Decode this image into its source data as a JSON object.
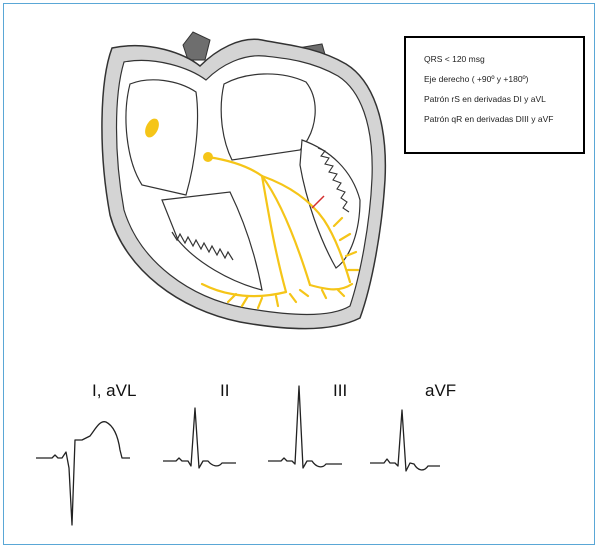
{
  "info_box": {
    "lines": [
      "QRS < 120 msg",
      "Eje derecho ( +90º y +180º)",
      "Patrón rS en derivadas DI y aVL",
      "Patrón qR en derivadas DIII y aVF"
    ]
  },
  "leads": {
    "lead1": "I, aVL",
    "lead2": "II",
    "lead3": "III",
    "lead4": "aVF"
  },
  "colors": {
    "frame_border": "#5aa7d6",
    "conduction_yellow": "#f5c518",
    "heart_gray": "#c9c9c9",
    "vessel_gray": "#6e6e6e",
    "block_red": "#d32f2f",
    "outline": "#333333"
  }
}
